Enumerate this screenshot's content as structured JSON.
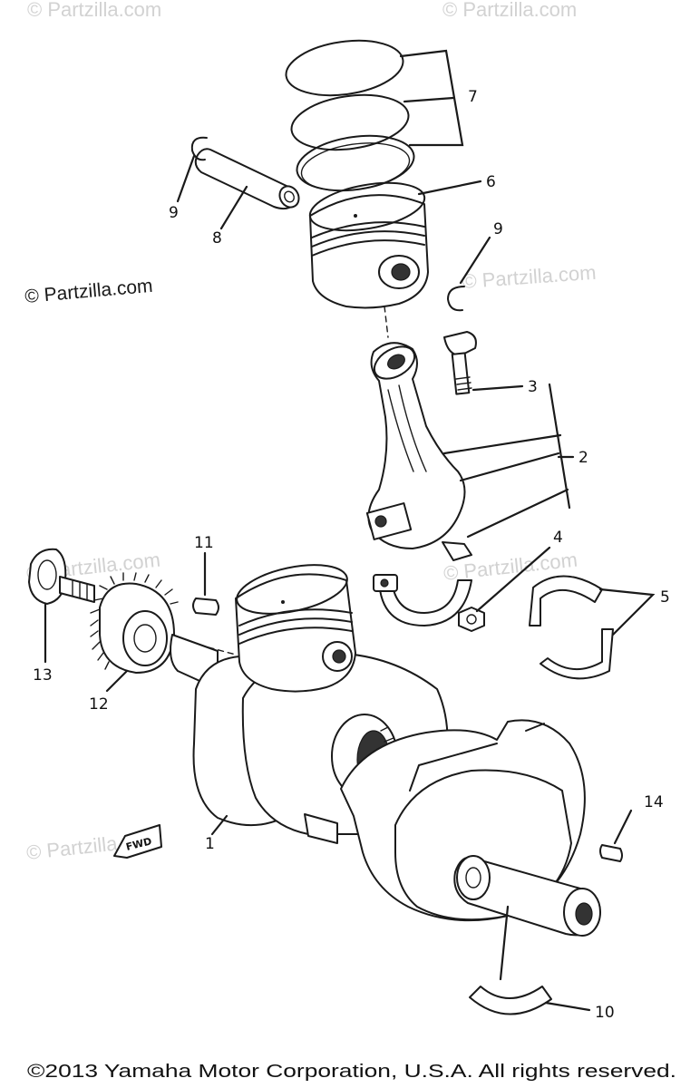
{
  "diagram": {
    "watermarks": {
      "primary": "© Partzilla.com",
      "faint": "© Partzilla.com"
    },
    "fwd_tag": "FWD",
    "callouts": {
      "c1": "1",
      "c2": "2",
      "c3": "3",
      "c4": "4",
      "c5": "5",
      "c6": "6",
      "c7": "7",
      "c8": "8",
      "c9a": "9",
      "c9b": "9",
      "c10": "10",
      "c11": "11",
      "c12": "12",
      "c13": "13",
      "c14": "14"
    },
    "copyright": "©2013 Yamaha Motor Corporation, U.S.A. All rights reserved."
  }
}
